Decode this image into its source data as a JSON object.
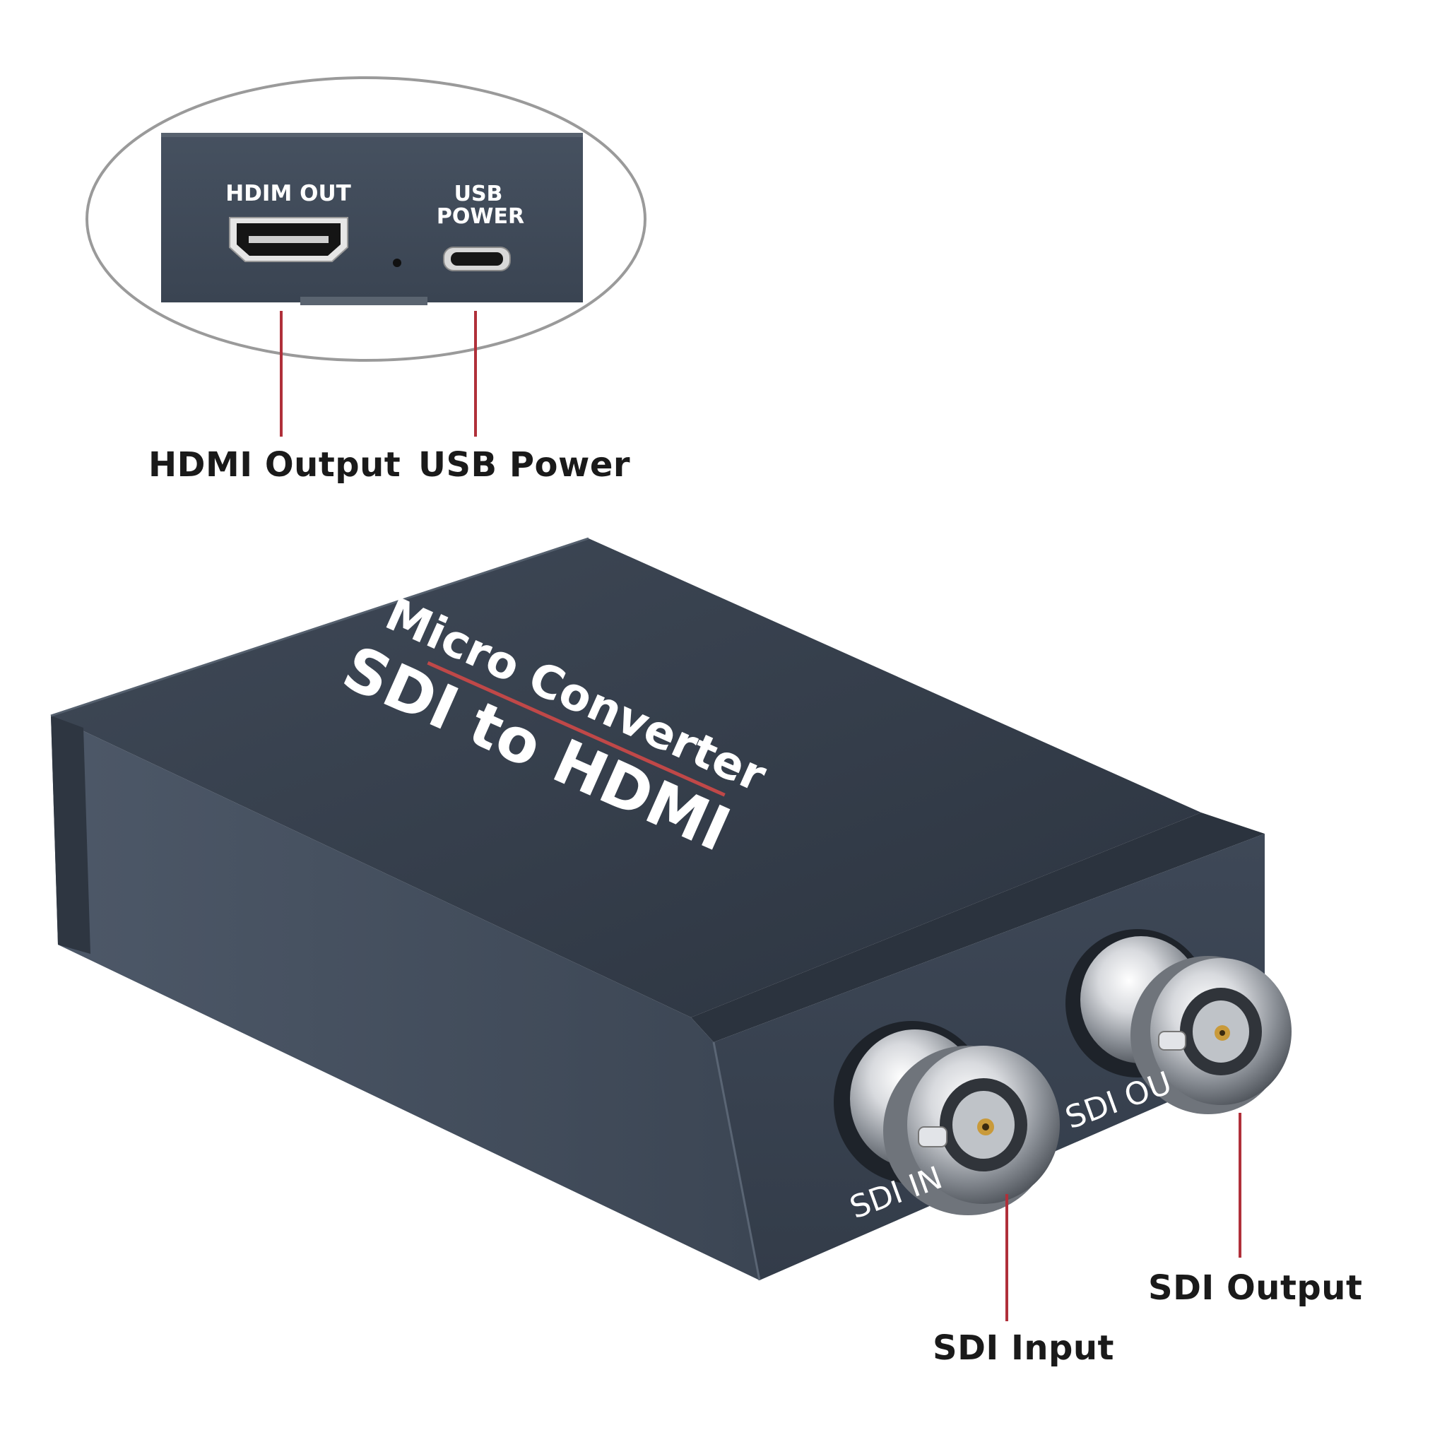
{
  "inset": {
    "port_hdmi_label": "HDIM  OUT",
    "port_usb_label_line1": "USB",
    "port_usb_label_line2": "POWER"
  },
  "device": {
    "title_line1": "Micro Converter",
    "title_line2": "SDI to HDMI",
    "sdi_in_label": "SDI  IN",
    "sdi_out_label": "SDI  OU"
  },
  "callouts": {
    "hdmi_output": "HDMI Output",
    "usb_power": "USB Power",
    "sdi_input": "SDI Input",
    "sdi_output": "SDI Output"
  },
  "colors": {
    "body": "#3a4452",
    "body_dark": "#2a323e",
    "body_light": "#4a5566",
    "leader_line": "#b0303a",
    "accent_stripe": "#c04848"
  }
}
